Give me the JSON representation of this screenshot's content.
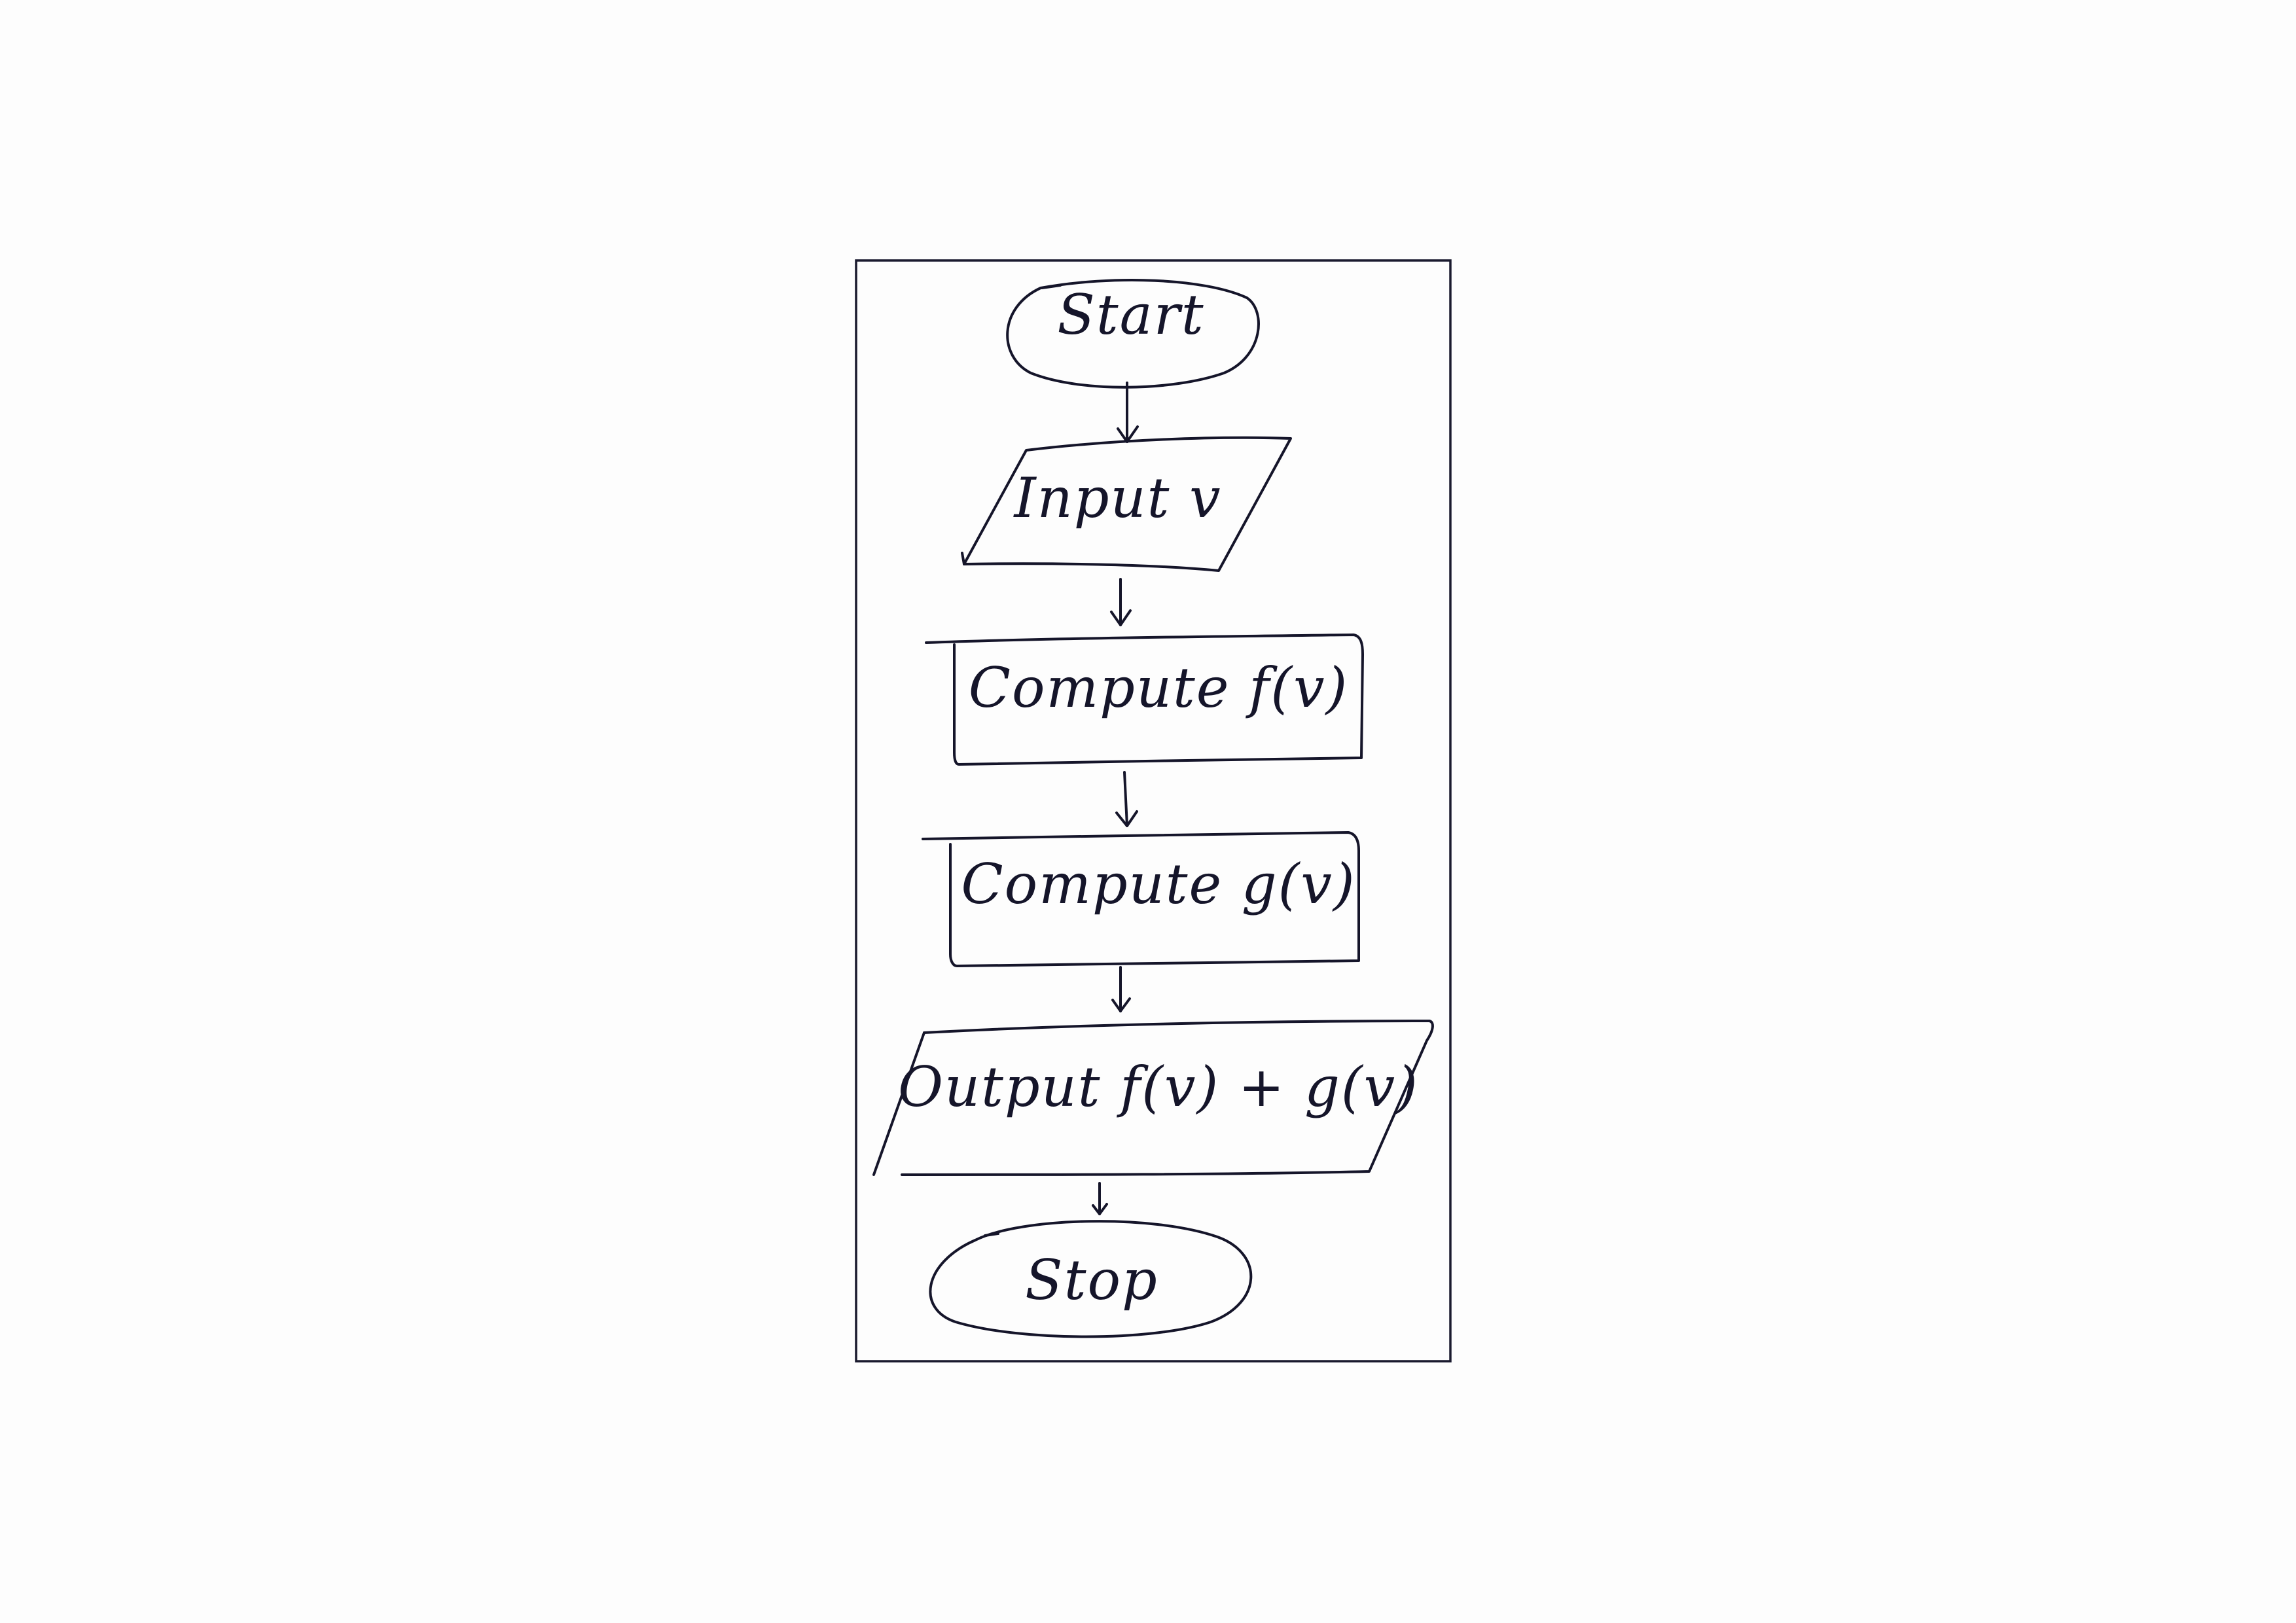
{
  "diagram": {
    "type": "flowchart",
    "ink_color": "#15152a",
    "paper_color": "#fdfdfd",
    "nodes": [
      {
        "id": "start",
        "shape": "terminal",
        "label": "Start"
      },
      {
        "id": "input",
        "shape": "input-output",
        "label": "Input v"
      },
      {
        "id": "compute_f",
        "shape": "process",
        "label": "Compute f(v)"
      },
      {
        "id": "compute_g",
        "shape": "process",
        "label": "Compute g(v)"
      },
      {
        "id": "output",
        "shape": "input-output",
        "label": "Output f(v) + g(v)"
      },
      {
        "id": "stop",
        "shape": "terminal",
        "label": "Stop"
      }
    ],
    "edges": [
      {
        "from": "start",
        "to": "input"
      },
      {
        "from": "input",
        "to": "compute_f"
      },
      {
        "from": "compute_f",
        "to": "compute_g"
      },
      {
        "from": "compute_g",
        "to": "output"
      },
      {
        "from": "output",
        "to": "stop"
      }
    ]
  }
}
